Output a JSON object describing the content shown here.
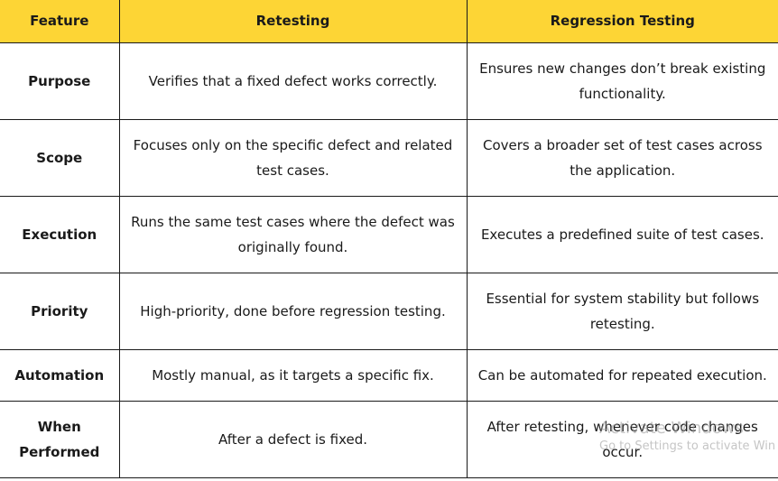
{
  "table": {
    "headers": [
      "Feature",
      "Retesting",
      "Regression Testing"
    ],
    "rows": [
      [
        "Purpose",
        "Verifies that a fixed defect works correctly.",
        "Ensures new changes don’t break existing functionality."
      ],
      [
        "Scope",
        "Focuses only on the specific defect and related test cases.",
        "Covers a broader set of test cases across the application."
      ],
      [
        "Execution",
        "Runs the same test cases where the defect was originally found.",
        "Executes a predefined suite of test cases."
      ],
      [
        "Priority",
        "High-priority, done before regression testing.",
        "Essential for system stability but follows retesting."
      ],
      [
        "Automation",
        "Mostly manual, as it targets a specific fix.",
        "Can be automated for repeated execution."
      ],
      [
        "When Performed",
        "After a defect is fixed.",
        "After retesting, whenever code changes occur."
      ]
    ]
  },
  "watermark": {
    "title": "Activate Windows",
    "subtitle": "Go to Settings to activate Win"
  },
  "colors": {
    "header_background": "#fdd535",
    "border": "#1a1a1a"
  }
}
